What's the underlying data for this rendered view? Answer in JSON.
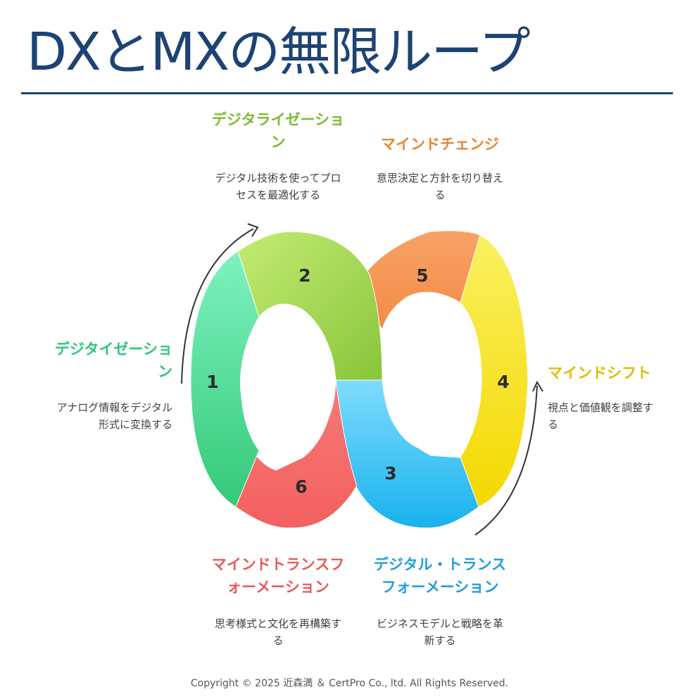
{
  "title": "DXとMXの無限ループ",
  "stages": [
    {
      "number": "1",
      "title": "デジタイゼーション",
      "description": "アナログ情報をデジタル形式に変換する",
      "color": "#2fc67a"
    },
    {
      "number": "2",
      "title": "デジタライゼーション",
      "description": "デジタル技術を使ってプロセスを最適化する",
      "color": "#8bc43c"
    },
    {
      "number": "3",
      "title": "デジタル・トランスフォーメーション",
      "description": "ビジネスモデルと戦略を革新する",
      "color": "#1f9de0"
    },
    {
      "number": "4",
      "title": "マインドシフト",
      "description": "視点と価値観を調整する",
      "color": "#e8c400"
    },
    {
      "number": "5",
      "title": "マインドチェンジ",
      "description": "意思決定と方針を切り替える",
      "color": "#e8883a"
    },
    {
      "number": "6",
      "title": "マインドトランスフォーメーション",
      "description": "思考様式と文化を再構築する",
      "color": "#e85a5a"
    }
  ],
  "copyright": "Copyright © 2025 近森満 ＆ CertPro Co., ltd. All Rights Reserved."
}
